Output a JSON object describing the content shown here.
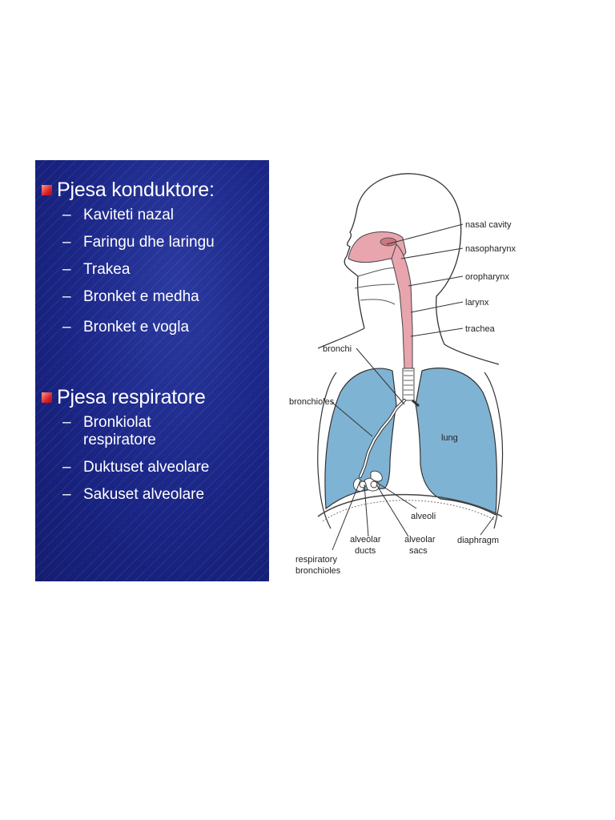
{
  "slide": {
    "section1": {
      "title": "Pjesa konduktore:",
      "items": [
        "Kaviteti nazal",
        "Faringu dhe laringu",
        "Trakea",
        "Bronket e medha",
        "Bronket e vogla"
      ]
    },
    "section2": {
      "title": "Pjesa respiratore",
      "items": [
        "Bronkiolat respiratore",
        "Duktuset alveolare",
        "Sakuset alveolare"
      ]
    }
  },
  "diagram": {
    "labels": {
      "nasal_cavity": "nasal cavity",
      "nasopharynx": "nasopharynx",
      "oropharynx": "oropharynx",
      "larynx": "larynx",
      "trachea": "trachea",
      "bronchi": "bronchi",
      "bronchioles": "bronchioles",
      "lung": "lung",
      "alveoli": "alveoli",
      "alveolar_ducts_1": "alveolar",
      "alveolar_ducts_2": "ducts",
      "alveolar_sacs_1": "alveolar",
      "alveolar_sacs_2": "sacs",
      "diaphragm": "diaphragm",
      "resp_bronchioles_1": "respiratory",
      "resp_bronchioles_2": "bronchioles"
    },
    "colors": {
      "airway": "#e8a5ad",
      "lung": "#7fb3d3",
      "slide_bg": "#1a2585",
      "bullet": "#d9262a"
    }
  }
}
